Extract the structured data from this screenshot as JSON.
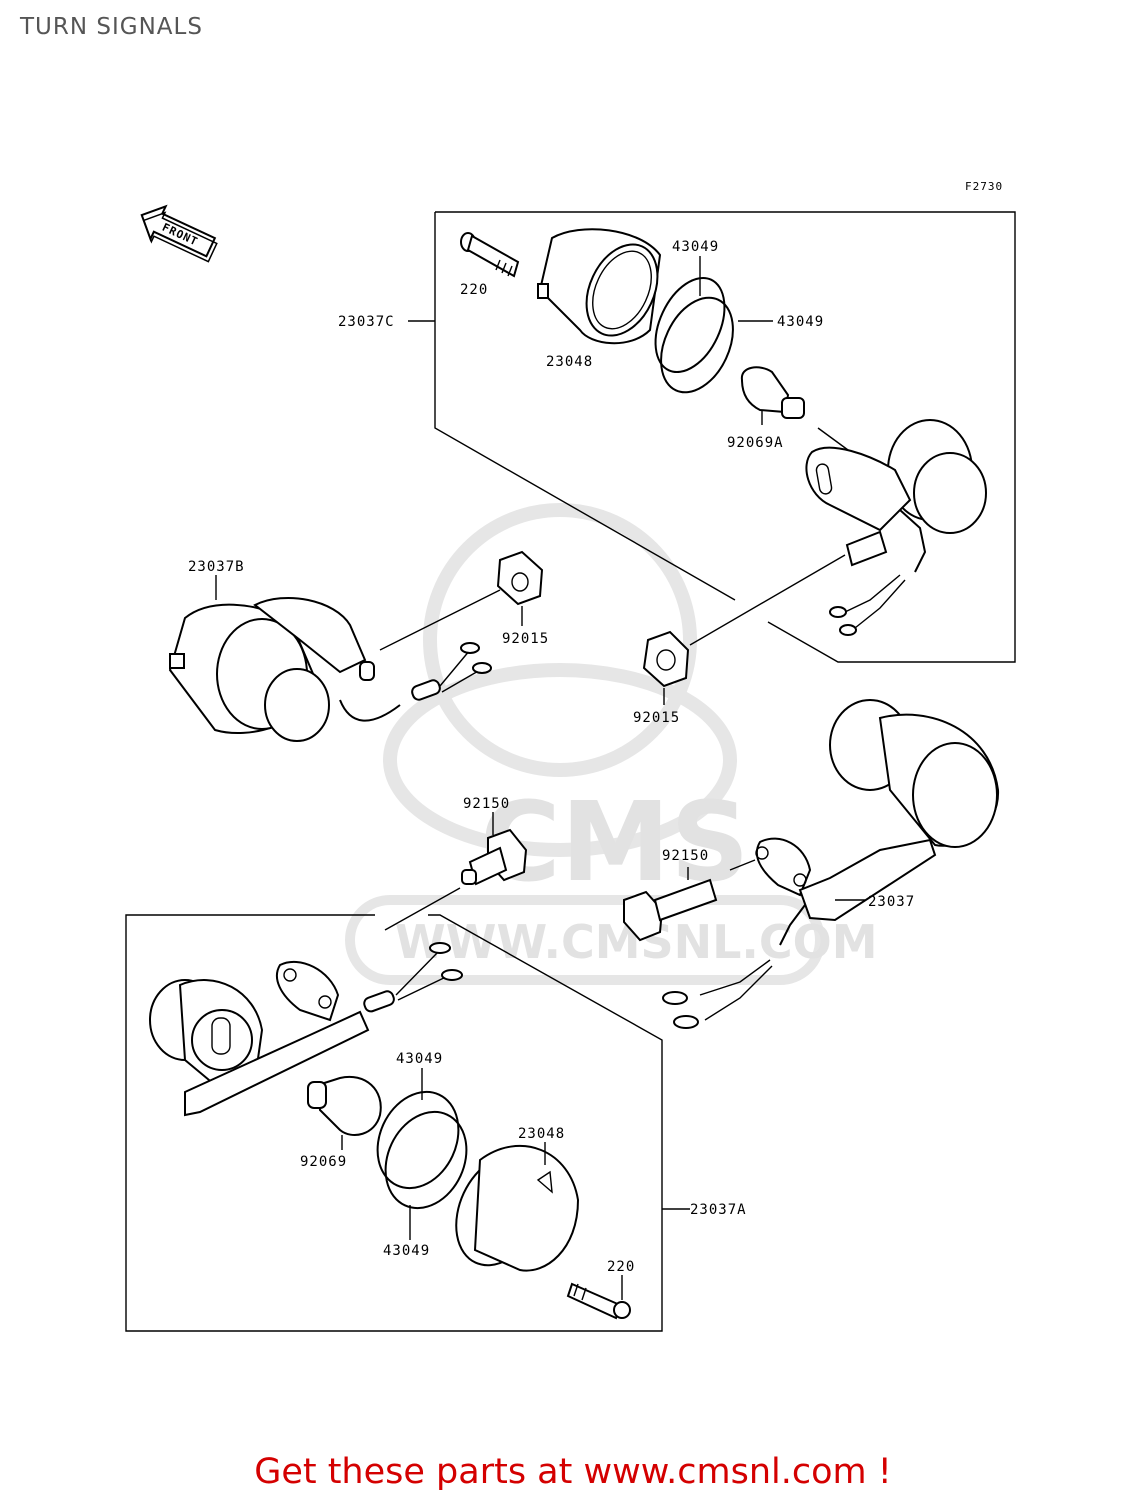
{
  "page": {
    "title": "TURN SIGNALS",
    "figure_code": "F2730",
    "front_label": "FRONT",
    "watermark": {
      "brand": "CMS",
      "url": "WWW.CMSNL.COM"
    },
    "footer_text": "Get these parts at www.cmsnl.com !"
  },
  "parts": {
    "p_220_top": "220",
    "p_23048_top": "23048",
    "p_43049_a": "43049",
    "p_43049_b": "43049",
    "p_23037c": "23037C",
    "p_92069a": "92069A",
    "p_23037b": "23037B",
    "p_92015_a": "92015",
    "p_92015_b": "92015",
    "p_92150_a": "92150",
    "p_92150_b": "92150",
    "p_23037": "23037",
    "p_43049_c": "43049",
    "p_23048_bot": "23048",
    "p_92069": "92069",
    "p_23037a": "23037A",
    "p_43049_d": "43049",
    "p_220_bot": "220"
  }
}
